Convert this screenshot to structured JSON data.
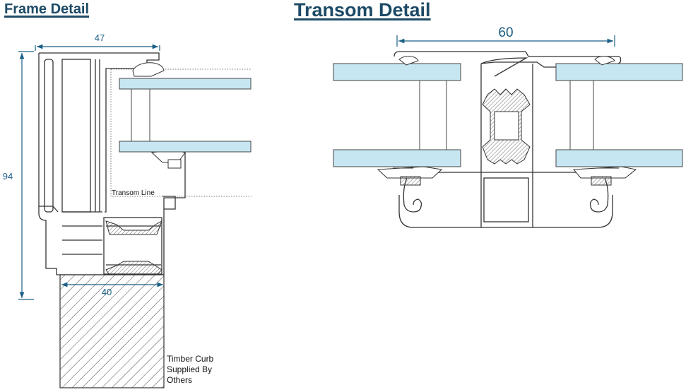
{
  "frame_detail": {
    "title": "Frame Detail",
    "dimensions": {
      "width_top": "47",
      "height": "94",
      "curb_width": "40"
    },
    "transom_line_label": "Transom Line",
    "curb_note": {
      "line1": "Timber Curb",
      "line2": "Supplied By",
      "line3": "Others"
    }
  },
  "transom_detail": {
    "title": "Transom Detail",
    "dimensions": {
      "width_top": "60"
    }
  },
  "colors": {
    "title": "#1d4a66",
    "dimension": "#1a5f85",
    "glass": "#c6e6f2",
    "outline": "#333333"
  }
}
